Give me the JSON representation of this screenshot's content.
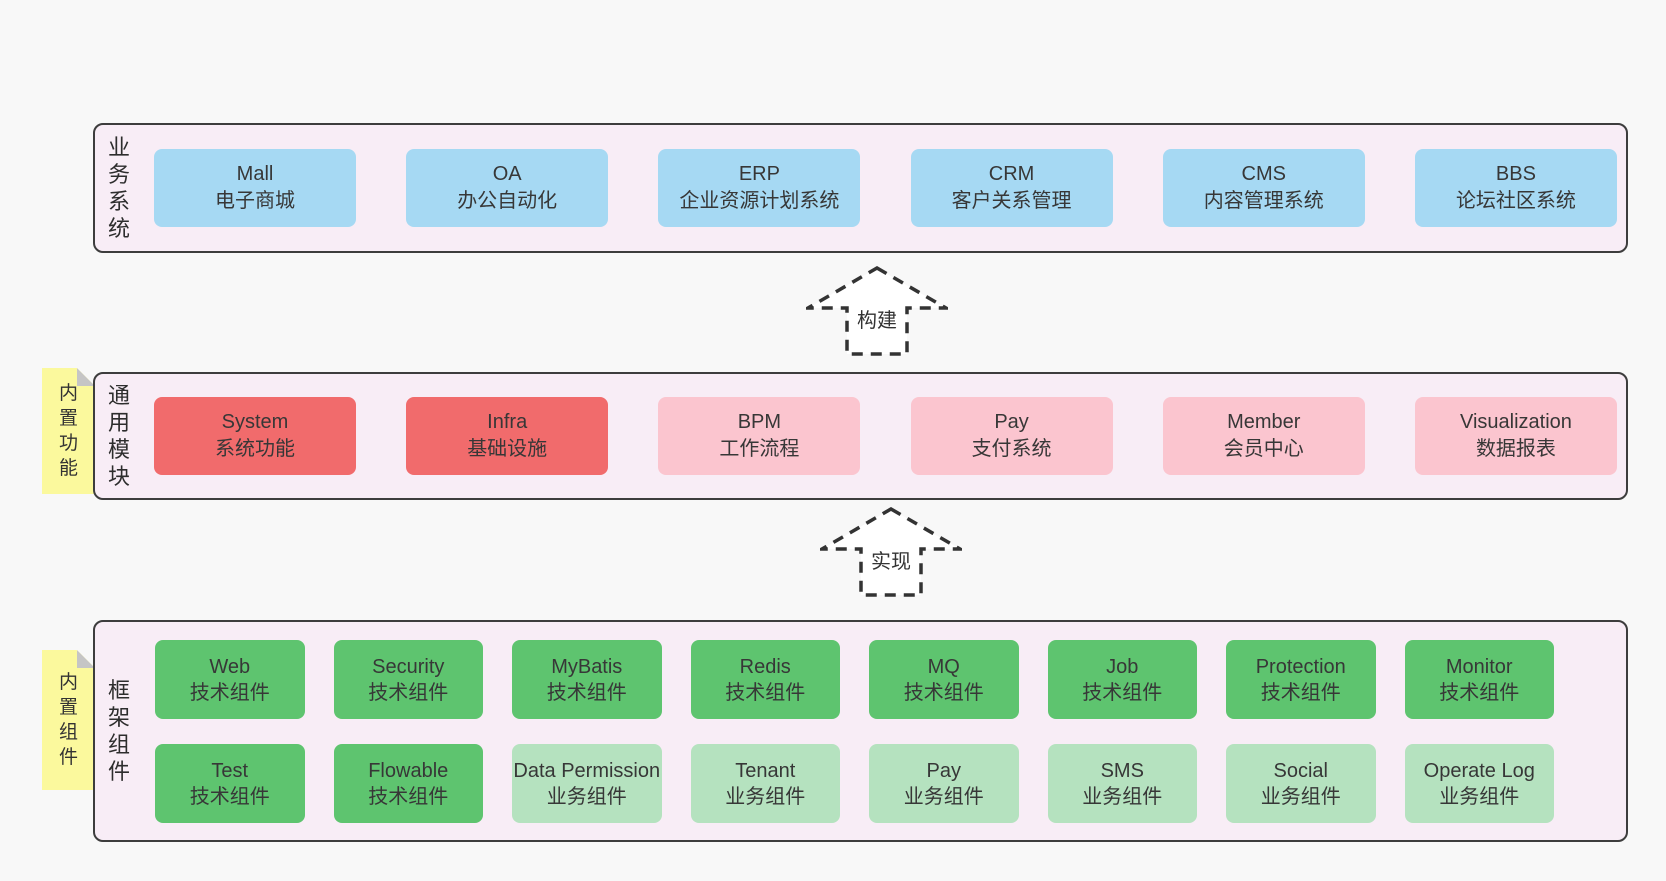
{
  "notes": [
    {
      "label": "内置功能"
    },
    {
      "label": "内置组件"
    }
  ],
  "arrows": [
    {
      "label": "构建"
    },
    {
      "label": "实现"
    }
  ],
  "bands": [
    {
      "label": "业务系统",
      "boxes": [
        {
          "title": "Mall",
          "subtitle": "电子商城",
          "type": "blue"
        },
        {
          "title": "OA",
          "subtitle": "办公自动化",
          "type": "blue"
        },
        {
          "title": "ERP",
          "subtitle": "企业资源计划系统",
          "type": "blue"
        },
        {
          "title": "CRM",
          "subtitle": "客户关系管理",
          "type": "blue"
        },
        {
          "title": "CMS",
          "subtitle": "内容管理系统",
          "type": "blue"
        },
        {
          "title": "BBS",
          "subtitle": "论坛社区系统",
          "type": "blue"
        }
      ]
    },
    {
      "label": "通用模块",
      "boxes": [
        {
          "title": "System",
          "subtitle": "系统功能",
          "type": "red"
        },
        {
          "title": "Infra",
          "subtitle": "基础设施",
          "type": "red"
        },
        {
          "title": "BPM",
          "subtitle": "工作流程",
          "type": "pink"
        },
        {
          "title": "Pay",
          "subtitle": "支付系统",
          "type": "pink"
        },
        {
          "title": "Member",
          "subtitle": "会员中心",
          "type": "pink"
        },
        {
          "title": "Visualization",
          "subtitle": "数据报表",
          "type": "pink"
        }
      ]
    },
    {
      "label": "框架组件",
      "boxes": [
        {
          "title": "Web",
          "subtitle": "技术组件",
          "type": "green"
        },
        {
          "title": "Security",
          "subtitle": "技术组件",
          "type": "green"
        },
        {
          "title": "MyBatis",
          "subtitle": "技术组件",
          "type": "green"
        },
        {
          "title": "Redis",
          "subtitle": "技术组件",
          "type": "green"
        },
        {
          "title": "MQ",
          "subtitle": "技术组件",
          "type": "green"
        },
        {
          "title": "Job",
          "subtitle": "技术组件",
          "type": "green"
        },
        {
          "title": "Protection",
          "subtitle": "技术组件",
          "type": "green"
        },
        {
          "title": "Monitor",
          "subtitle": "技术组件",
          "type": "green"
        },
        {
          "title": "Test",
          "subtitle": "技术组件",
          "type": "green"
        },
        {
          "title": "Flowable",
          "subtitle": "技术组件",
          "type": "green"
        },
        {
          "title": "Data Permission",
          "subtitle": "业务组件",
          "type": "lightgreen"
        },
        {
          "title": "Tenant",
          "subtitle": "业务组件",
          "type": "lightgreen"
        },
        {
          "title": "Pay",
          "subtitle": "业务组件",
          "type": "lightgreen"
        },
        {
          "title": "SMS",
          "subtitle": "业务组件",
          "type": "lightgreen"
        },
        {
          "title": "Social",
          "subtitle": "业务组件",
          "type": "lightgreen"
        },
        {
          "title": "Operate Log",
          "subtitle": "业务组件",
          "type": "lightgreen"
        }
      ]
    }
  ],
  "colors": {
    "page_bg": "#f8f8f8",
    "band_bg": "#f8edf6",
    "band_border": "#3d3d3d",
    "blue": "#a6d9f3",
    "red": "#f16b6c",
    "pink": "#fbc5cf",
    "green": "#5ec46f",
    "lightgreen": "#b5e2bf",
    "note_yellow": "#fbf99d",
    "fold_gray": "#c5c5c5",
    "text": "#373737"
  }
}
